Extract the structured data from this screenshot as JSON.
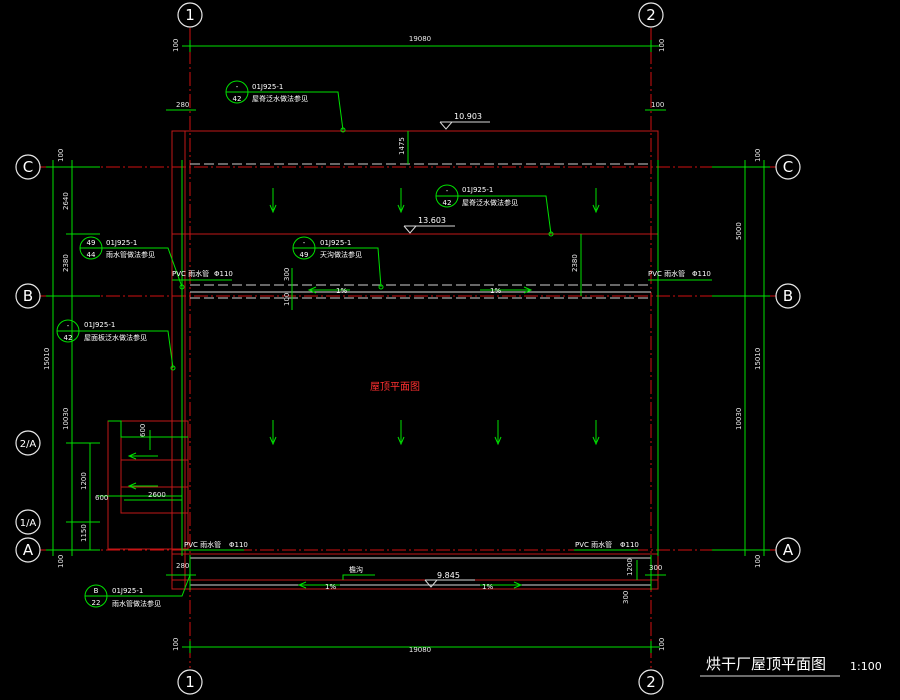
{
  "title": "烘干厂屋顶平面图",
  "scale": "1:100",
  "center_label": "屋顶平面图",
  "axes": {
    "vertical": [
      "1",
      "2"
    ],
    "horizontal": [
      "C",
      "B",
      "2/A",
      "1/A",
      "A"
    ]
  },
  "dimensions": {
    "top_total": "19080",
    "bottom_total": "19080",
    "top_left_off": "100",
    "top_right_off": "100",
    "bottom_left_off": "100",
    "bottom_right_off": "100",
    "parapet_left": "280",
    "parapet_right": "100",
    "d_1475": "1475",
    "d_2380": "2380",
    "d_300a": "300",
    "d_100": "100",
    "left_100a": "100",
    "left_2640": "2640",
    "left_2380": "2380",
    "left_15010": "15010",
    "left_10030": "10030",
    "left_1200": "1200",
    "left_600": "600",
    "left_1150": "1150",
    "left_100b": "100",
    "right_100a": "100",
    "right_5000": "5000",
    "right_15010": "15010",
    "right_10030": "10030",
    "right_100b": "100",
    "bot_280": "280",
    "bot_1200": "1200",
    "bot_300": "300",
    "bot_300b": "300",
    "box_600": "600",
    "box_2600": "2600"
  },
  "levels": [
    "10.903",
    "13.603",
    "9.845"
  ],
  "slopes": [
    "1%",
    "1%",
    "1%",
    "1%"
  ],
  "callouts": [
    {
      "top": "-",
      "bottom": "42",
      "ref": "01J925-1",
      "desc": "屋脊泛水做法参见"
    },
    {
      "top": "-",
      "bottom": "42",
      "ref": "01J925-1",
      "desc": "屋脊泛水做法参见"
    },
    {
      "top": "49",
      "bottom": "44",
      "ref": "01J925-1",
      "desc": "雨水管做法参见"
    },
    {
      "top": "-",
      "bottom": "49",
      "ref": "01J925-1",
      "desc": "天沟做法参见"
    },
    {
      "top": "-",
      "bottom": "42",
      "ref": "01J925-1",
      "desc": "屋面板泛水做法参见"
    },
    {
      "top": "B",
      "bottom": "22",
      "ref": "01J925-1",
      "desc": "雨水管做法参见"
    }
  ],
  "pipe_labels": [
    "PVC 雨水管",
    "Φ110",
    "PVC 雨水管",
    "Φ110",
    "PVC 雨水管",
    "Φ110",
    "PVC 雨水管",
    "Φ110"
  ],
  "gutter_label": "檐沟"
}
